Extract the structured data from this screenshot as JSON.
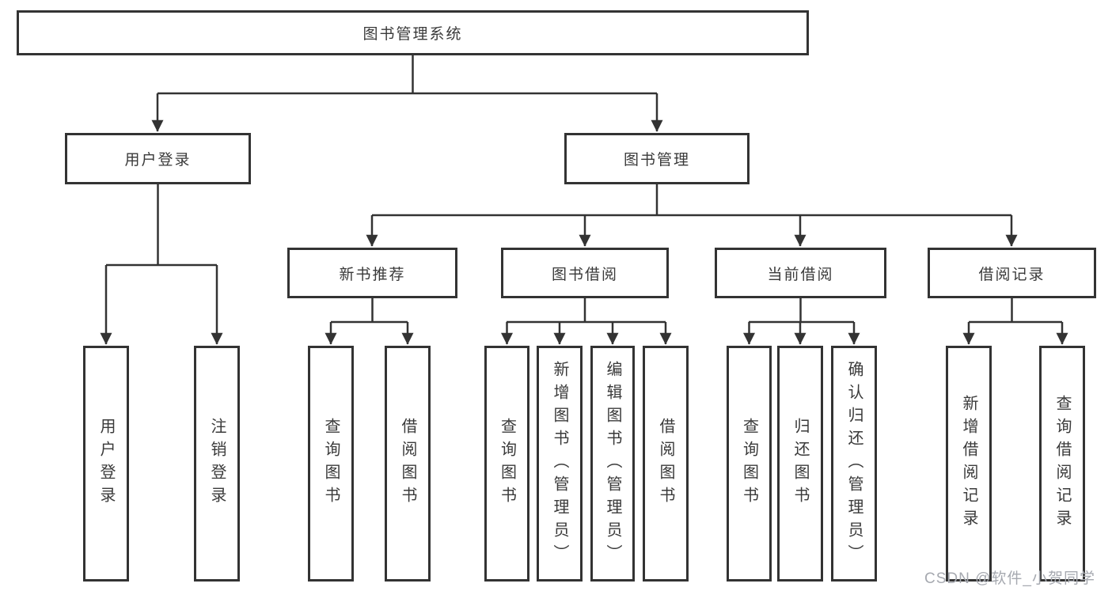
{
  "diagram": {
    "root": {
      "label": "图书管理系统"
    },
    "level2": [
      {
        "label": "用户登录"
      },
      {
        "label": "图书管理"
      }
    ],
    "level3": [
      {
        "label": "新书推荐"
      },
      {
        "label": "图书借阅"
      },
      {
        "label": "当前借阅"
      },
      {
        "label": "借阅记录"
      }
    ],
    "leaves": {
      "user_login": [
        {
          "label": "用户登录"
        },
        {
          "label": "注销登录"
        }
      ],
      "new_book_recommend": [
        {
          "label": "查询图书"
        },
        {
          "label": "借阅图书"
        }
      ],
      "book_borrowing": [
        {
          "label": "查询图书"
        },
        {
          "label": "新增图书（管理员）"
        },
        {
          "label": "编辑图书（管理员）"
        },
        {
          "label": "借阅图书"
        }
      ],
      "current_borrowing": [
        {
          "label": "查询图书"
        },
        {
          "label": "归还图书"
        },
        {
          "label": "确认归还（管理员）"
        }
      ],
      "borrowing_records": [
        {
          "label": "新增借阅记录"
        },
        {
          "label": "查询借阅记录"
        }
      ]
    }
  },
  "watermark": {
    "text": "CSDN @软件_小贺同学"
  },
  "colors": {
    "line": "#333333",
    "text": "#3a3a3a",
    "watermark": "#a6a9b0",
    "background": "#ffffff"
  }
}
